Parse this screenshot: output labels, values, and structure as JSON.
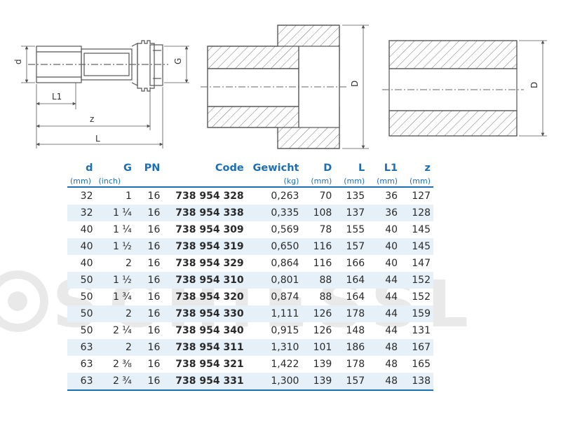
{
  "drawing_labels": {
    "d": "d",
    "G": "G",
    "L1": "L1",
    "z": "z",
    "L": "L",
    "D_middle": "D",
    "D_right": "D"
  },
  "watermark": "SCHIESSL",
  "table": {
    "headers": [
      "d",
      "G",
      "PN",
      "Code",
      "Gewicht",
      "D",
      "L",
      "L1",
      "z"
    ],
    "units": [
      "(mm)",
      "(inch)",
      "",
      "",
      "(kg)",
      "(mm)",
      "(mm)",
      "(mm)",
      "(mm)"
    ],
    "rows": [
      [
        "32",
        "1",
        "16",
        "738 954 328",
        "0,263",
        "70",
        "135",
        "36",
        "127"
      ],
      [
        "32",
        "1 ¼",
        "16",
        "738 954 338",
        "0,335",
        "108",
        "137",
        "36",
        "128"
      ],
      [
        "40",
        "1 ¼",
        "16",
        "738 954 309",
        "0,569",
        "78",
        "155",
        "40",
        "145"
      ],
      [
        "40",
        "1 ½",
        "16",
        "738 954 319",
        "0,650",
        "116",
        "157",
        "40",
        "145"
      ],
      [
        "40",
        "2",
        "16",
        "738 954 329",
        "0,864",
        "116",
        "166",
        "40",
        "147"
      ],
      [
        "50",
        "1 ½",
        "16",
        "738 954 310",
        "0,801",
        "88",
        "164",
        "44",
        "152"
      ],
      [
        "50",
        "1 ¾",
        "16",
        "738 954 320",
        "0,874",
        "88",
        "164",
        "44",
        "152"
      ],
      [
        "50",
        "2",
        "16",
        "738 954 330",
        "1,111",
        "126",
        "178",
        "44",
        "159"
      ],
      [
        "50",
        "2 ¼",
        "16",
        "738 954 340",
        "0,915",
        "126",
        "148",
        "44",
        "131"
      ],
      [
        "63",
        "2",
        "16",
        "738 954 311",
        "1,310",
        "101",
        "186",
        "48",
        "167"
      ],
      [
        "63",
        "2 ⅜",
        "16",
        "738 954 321",
        "1,422",
        "139",
        "178",
        "48",
        "165"
      ],
      [
        "63",
        "2 ¾",
        "16",
        "738 954 331",
        "1,300",
        "139",
        "157",
        "48",
        "138"
      ]
    ]
  },
  "colors": {
    "accent": "#1d6fb3",
    "row_shade": "#e6f0f8",
    "line": "#555555"
  }
}
